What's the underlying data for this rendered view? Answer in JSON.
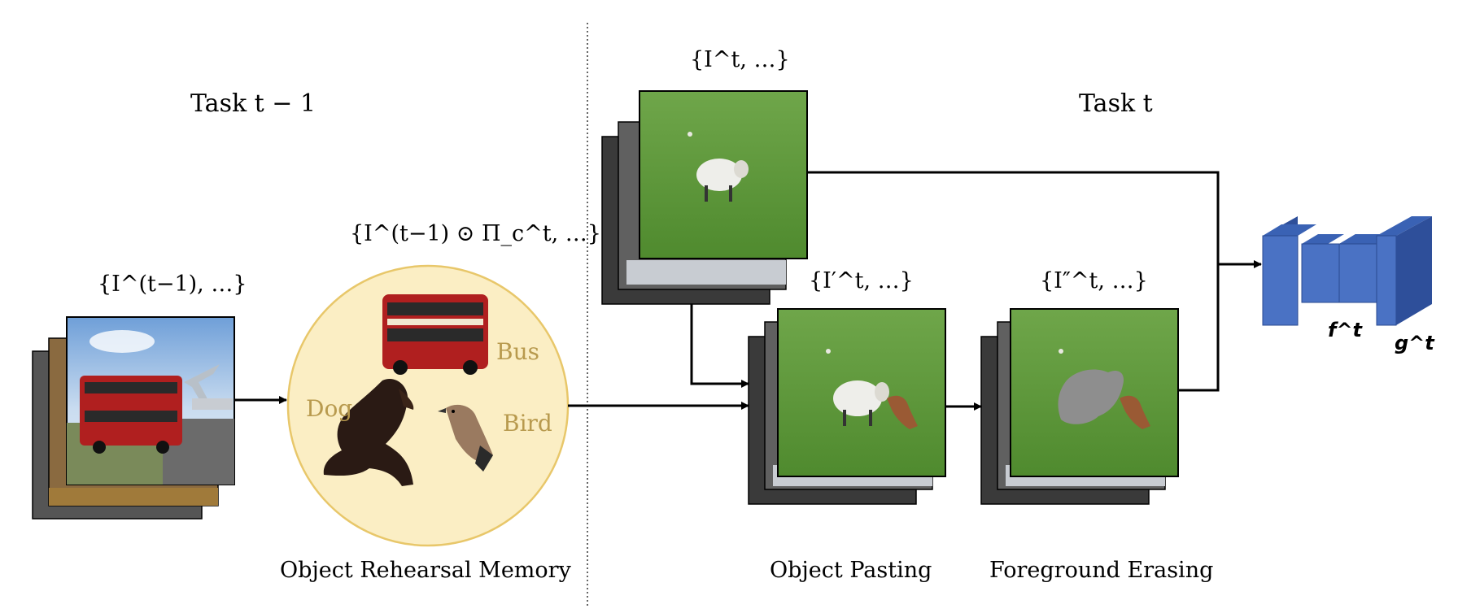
{
  "tasks": {
    "previous": "Task t − 1",
    "current": "Task t"
  },
  "sets": {
    "prev_images": "{I^(t−1), …}",
    "memory": "{I^(t−1) ⊙ Π_c^t, …}",
    "curr_images": "{I^t, …}",
    "pasted": "{I′^t, …}",
    "erased": "{I″^t, …}"
  },
  "memory_objects": {
    "bus": "Bus",
    "dog": "Dog",
    "bird": "Bird"
  },
  "captions": {
    "memory": "Object Rehearsal Memory",
    "pasting": "Object Pasting",
    "erasing": "Foreground Erasing"
  },
  "network": {
    "encoder": "f^t",
    "decoder": "g^t"
  },
  "colors": {
    "memory_fill": "#fbeec4",
    "memory_stroke": "#e8c76a",
    "object_word": "#b89a4e",
    "grass": "#5f9a3a",
    "network_front": "#4a72c4",
    "network_side": "#2e4f9a",
    "arrow": "#000000"
  }
}
